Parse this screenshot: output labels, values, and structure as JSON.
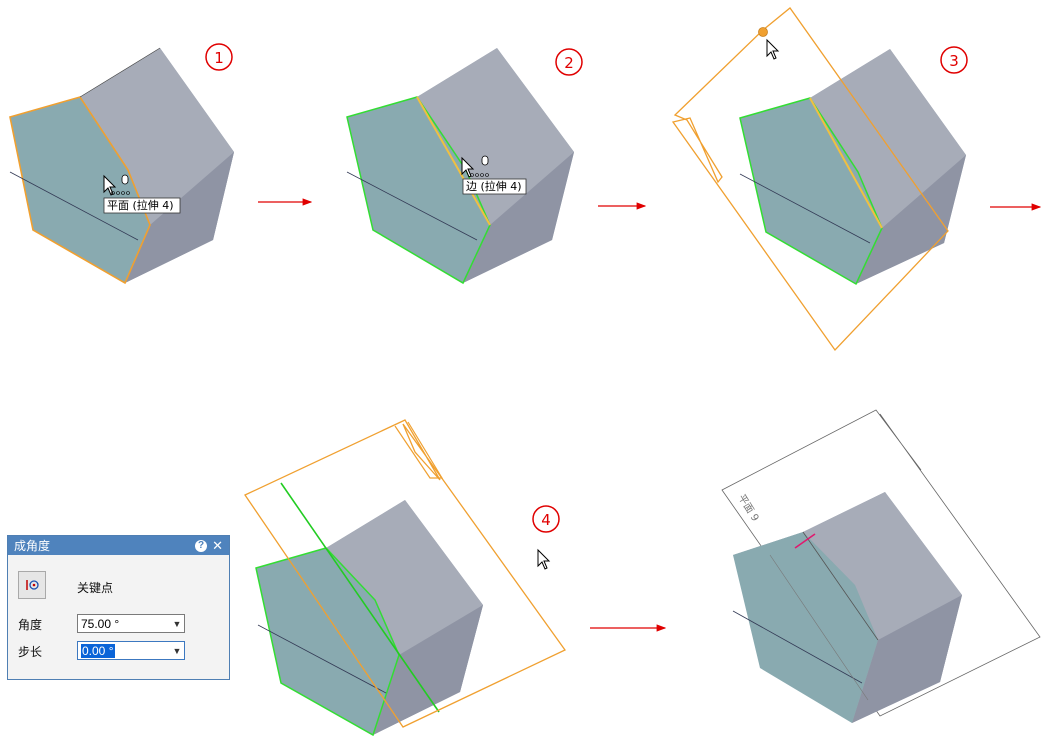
{
  "steps": {
    "s1": "1",
    "s2": "2",
    "s3": "3",
    "s4": "4"
  },
  "tooltips": {
    "face": "平面 (拉伸 4)",
    "edge": "边 (拉伸 4)"
  },
  "plane_label": "平面 9",
  "colors": {
    "step_red": "#e00000",
    "selection_orange": "#f0a030",
    "edge_green": "#33dd33",
    "dialog_blue": "#4f83bd"
  },
  "dialog": {
    "title": "成角度",
    "help_icon": "?",
    "close_icon": "✕",
    "keypoint_label": "关键点",
    "angle_label": "角度",
    "angle_value": "75.00 °",
    "step_label": "步长",
    "step_value": "0.00 °"
  }
}
